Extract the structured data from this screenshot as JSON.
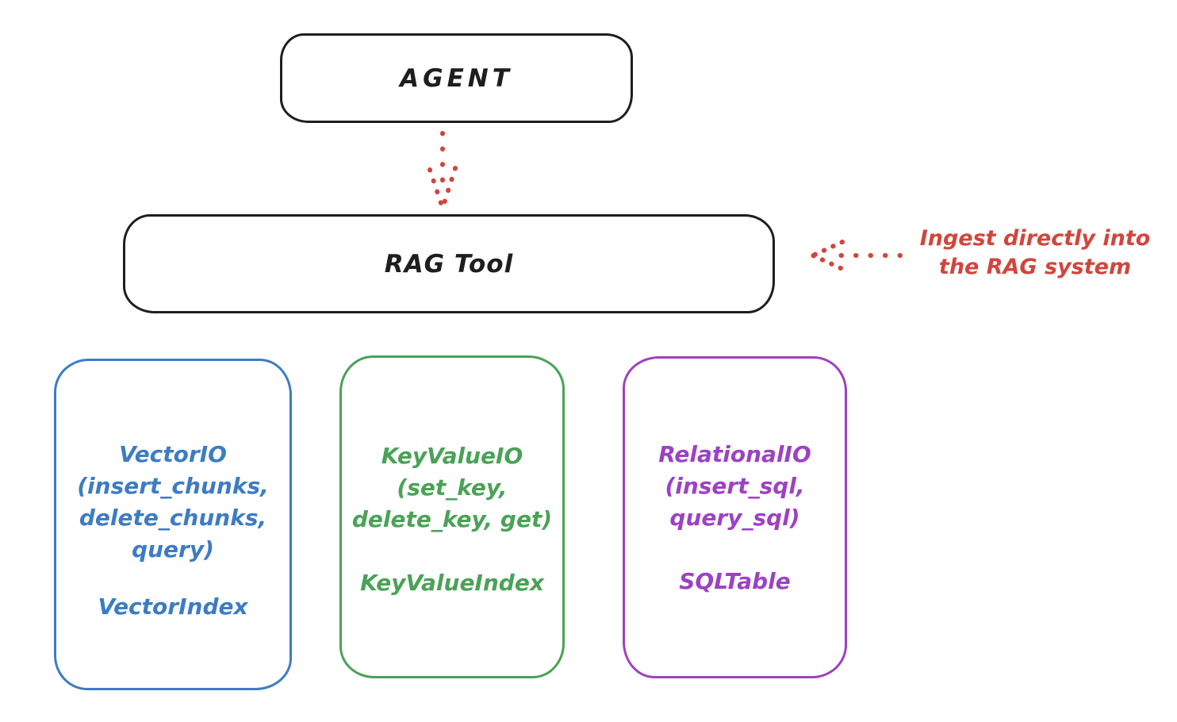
{
  "colors": {
    "stroke": "#1e1e1e",
    "red": "#d2453c",
    "blue": "#3d7cc4",
    "green": "#4aa257",
    "purple": "#9d41c4",
    "background": "#ffffff"
  },
  "agent": {
    "label": "AGENT"
  },
  "rag_tool": {
    "label": "RAG Tool"
  },
  "annotation": {
    "lines": [
      "Ingest directly into",
      "the RAG system"
    ],
    "color": "#d2453c"
  },
  "arrows": [
    {
      "name": "agent-to-rag-tool",
      "style": "dotted",
      "color": "#d2453c",
      "direction": "down"
    },
    {
      "name": "annotation-to-rag-tool",
      "style": "dotted",
      "color": "#d2453c",
      "direction": "left"
    }
  ],
  "storage_boxes": [
    {
      "title": "VectorIO",
      "methods": [
        "(insert_chunks,",
        "delete_chunks,",
        "query)"
      ],
      "index_label": "VectorIndex",
      "color": "#3d7cc4"
    },
    {
      "title": "KeyValueIO",
      "methods": [
        "(set_key,",
        "delete_key, get)"
      ],
      "index_label": "KeyValueIndex",
      "color": "#4aa257"
    },
    {
      "title": "RelationalIO",
      "methods": [
        "(insert_sql,",
        "query_sql)"
      ],
      "index_label": "SQLTable",
      "color": "#9d41c4"
    }
  ]
}
